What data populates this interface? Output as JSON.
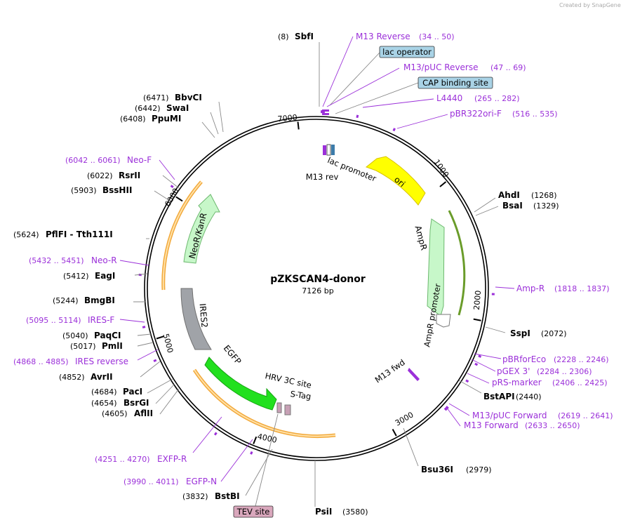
{
  "watermark": "Created by SnapGene",
  "plasmid": {
    "name": "pZKSCAN4-donor",
    "length_label": "7126 bp",
    "length": 7126
  },
  "colors": {
    "feature_purple": "#9b30d9",
    "ori_yellow": "#ffff00",
    "egfp_green": "#22e01e",
    "neo_green": "#c7f7c9",
    "ires_gray": "#a0a3a8",
    "orange_outline": "#f2a93b",
    "backbone": "#000000"
  },
  "ticks": [
    "1000",
    "2000",
    "3000",
    "4000",
    "5000",
    "6000",
    "7000"
  ],
  "enzymes": [
    {
      "pos": "(8)",
      "name": "SbfI"
    },
    {
      "pos": "(6471)",
      "name": "BbvCI"
    },
    {
      "pos": "(6442)",
      "name": "SwaI"
    },
    {
      "pos": "(6408)",
      "name": "PpuMI"
    },
    {
      "pos": "(6022)",
      "name": "RsrII"
    },
    {
      "pos": "(5903)",
      "name": "BssHII"
    },
    {
      "pos": "(5624)",
      "name": "PflFI  -  Tth111I"
    },
    {
      "pos": "(5412)",
      "name": "EagI"
    },
    {
      "pos": "(5244)",
      "name": "BmgBI"
    },
    {
      "pos": "(5040)",
      "name": "PaqCI"
    },
    {
      "pos": "(5017)",
      "name": "PmlI"
    },
    {
      "pos": "(4852)",
      "name": "AvrII"
    },
    {
      "pos": "(4684)",
      "name": "PacI"
    },
    {
      "pos": "(4654)",
      "name": "BsrGI"
    },
    {
      "pos": "(4605)",
      "name": "AflII"
    },
    {
      "pos": "(3832)",
      "name": "BstBI"
    },
    {
      "pos": "(3580)",
      "name": "PsiI"
    },
    {
      "pos": "(2979)",
      "name": "Bsu36I"
    },
    {
      "pos": "(2440)",
      "name": "BstAPI"
    },
    {
      "pos": "(2072)",
      "name": "SspI"
    },
    {
      "pos": "(1268)",
      "name": "AhdI"
    },
    {
      "pos": "(1329)",
      "name": "BsaI"
    }
  ],
  "primers": [
    {
      "name": "M13 Reverse",
      "range": "(34 .. 50)"
    },
    {
      "name": "M13/pUC Reverse",
      "range": "(47 .. 69)"
    },
    {
      "name": "L4440",
      "range": "(265 .. 282)"
    },
    {
      "name": "pBR322ori-F",
      "range": "(516 .. 535)"
    },
    {
      "name": "Amp-R",
      "range": "(1818 .. 1837)"
    },
    {
      "name": "pBRforEco",
      "range": "(2228 .. 2246)"
    },
    {
      "name": "pGEX 3'",
      "range": "(2284 .. 2306)"
    },
    {
      "name": "pRS-marker",
      "range": "(2406 .. 2425)"
    },
    {
      "name": "M13/pUC Forward",
      "range": "(2619 .. 2641)"
    },
    {
      "name": "M13 Forward",
      "range": "(2633 .. 2650)"
    },
    {
      "name": "EXFP-R",
      "range": "(4251 .. 4270)"
    },
    {
      "name": "EGFP-N",
      "range": "(3990 .. 4011)"
    },
    {
      "name": "IRES reverse",
      "range": "(4868 .. 4885)"
    },
    {
      "name": "IRES-F",
      "range": "(5095 .. 5114)"
    },
    {
      "name": "Neo-R",
      "range": "(5432 .. 5451)"
    },
    {
      "name": "Neo-F",
      "range": "(6042 .. 6061)"
    }
  ],
  "boxed_features": [
    "lac operator",
    "CAP binding site",
    "TEV site"
  ],
  "features": [
    "ori",
    "AmpR",
    "AmpR promoter",
    "M13 fwd",
    "lac promoter",
    "M13 rev",
    "NeoR/KanR",
    "IRES2",
    "EGFP",
    "HRV 3C site",
    "S-Tag"
  ]
}
